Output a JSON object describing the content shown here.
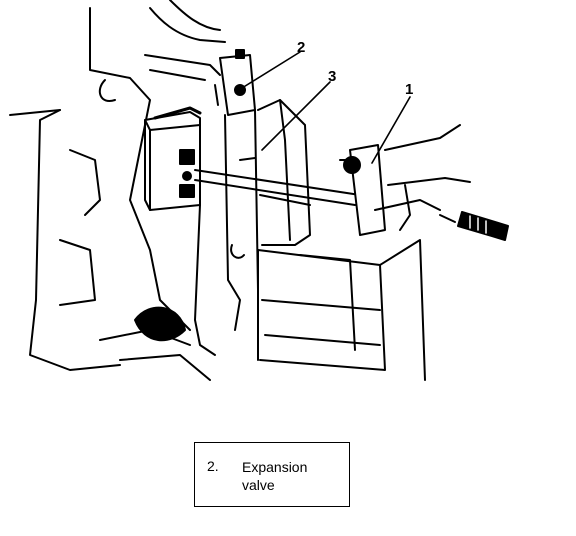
{
  "callouts": [
    {
      "number": "1"
    },
    {
      "number": "2"
    },
    {
      "number": "3"
    }
  ],
  "legend": {
    "number": "2.",
    "line1": "Expansion",
    "line2": "valve"
  },
  "colors": {
    "ink": "#000000",
    "paper": "#ffffff"
  }
}
